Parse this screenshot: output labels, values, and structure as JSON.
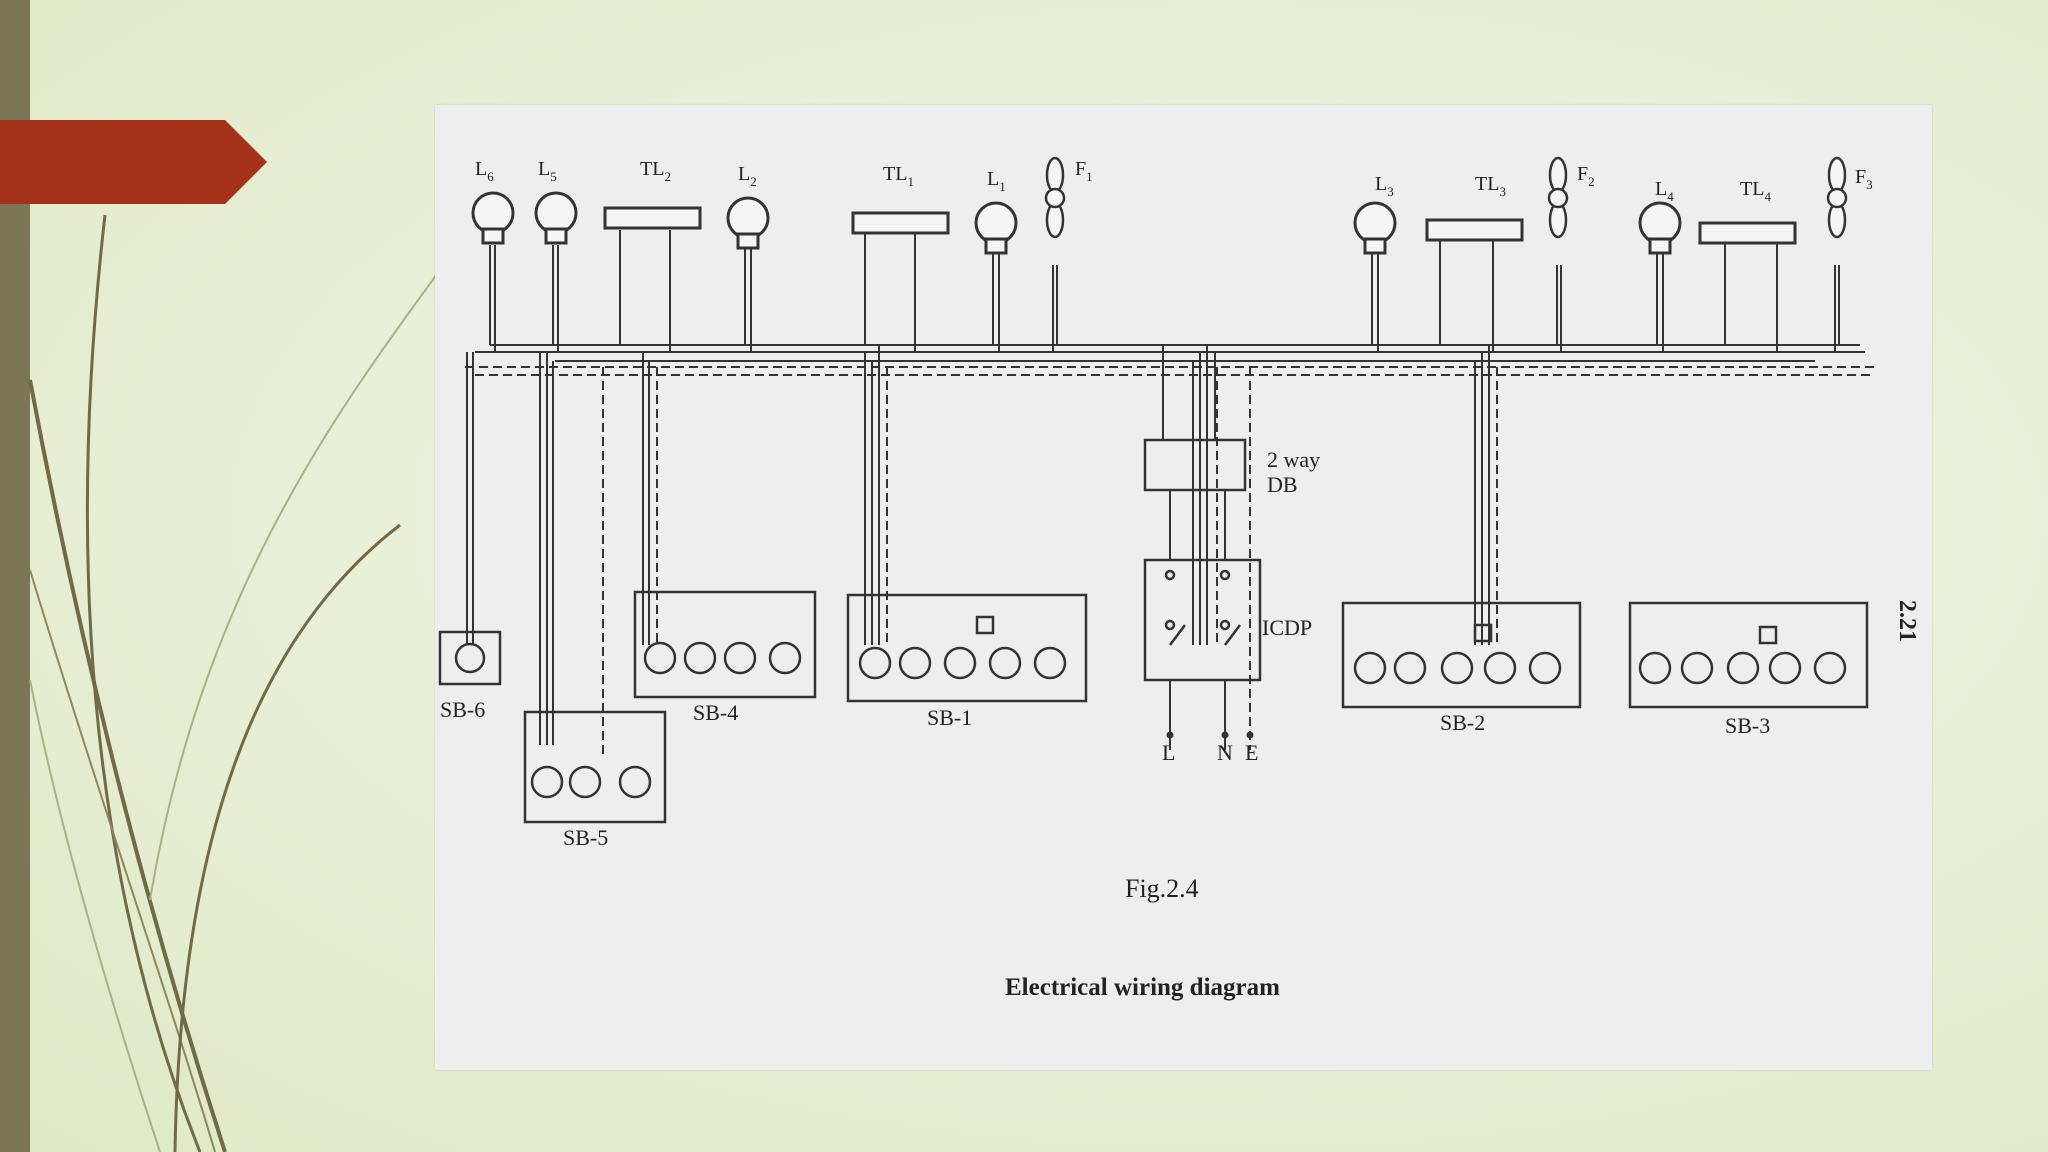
{
  "diagram": {
    "figure_label": "Fig.2.4",
    "caption": "Electrical wiring diagram",
    "page_number": "2.21",
    "loads": [
      {
        "kind": "lamp",
        "label": "L",
        "sub": "6"
      },
      {
        "kind": "lamp",
        "label": "L",
        "sub": "5"
      },
      {
        "kind": "tubelight",
        "label": "TL",
        "sub": "2"
      },
      {
        "kind": "lamp",
        "label": "L",
        "sub": "2"
      },
      {
        "kind": "tubelight",
        "label": "TL",
        "sub": "1"
      },
      {
        "kind": "lamp",
        "label": "L",
        "sub": "1"
      },
      {
        "kind": "fan",
        "label": "F",
        "sub": "1"
      },
      {
        "kind": "lamp",
        "label": "L",
        "sub": "3"
      },
      {
        "kind": "tubelight",
        "label": "TL",
        "sub": "3"
      },
      {
        "kind": "fan",
        "label": "F",
        "sub": "2"
      },
      {
        "kind": "lamp",
        "label": "L",
        "sub": "4"
      },
      {
        "kind": "tubelight",
        "label": "TL",
        "sub": "4"
      },
      {
        "kind": "fan",
        "label": "F",
        "sub": "3"
      }
    ],
    "switchboards": [
      "SB-6",
      "SB-5",
      "SB-4",
      "SB-1",
      "SB-2",
      "SB-3"
    ],
    "distribution_board": {
      "line1": "2 way",
      "line2": "DB"
    },
    "main_switch": "ICDP",
    "supply_terminals": [
      "L",
      "N",
      "E"
    ]
  }
}
